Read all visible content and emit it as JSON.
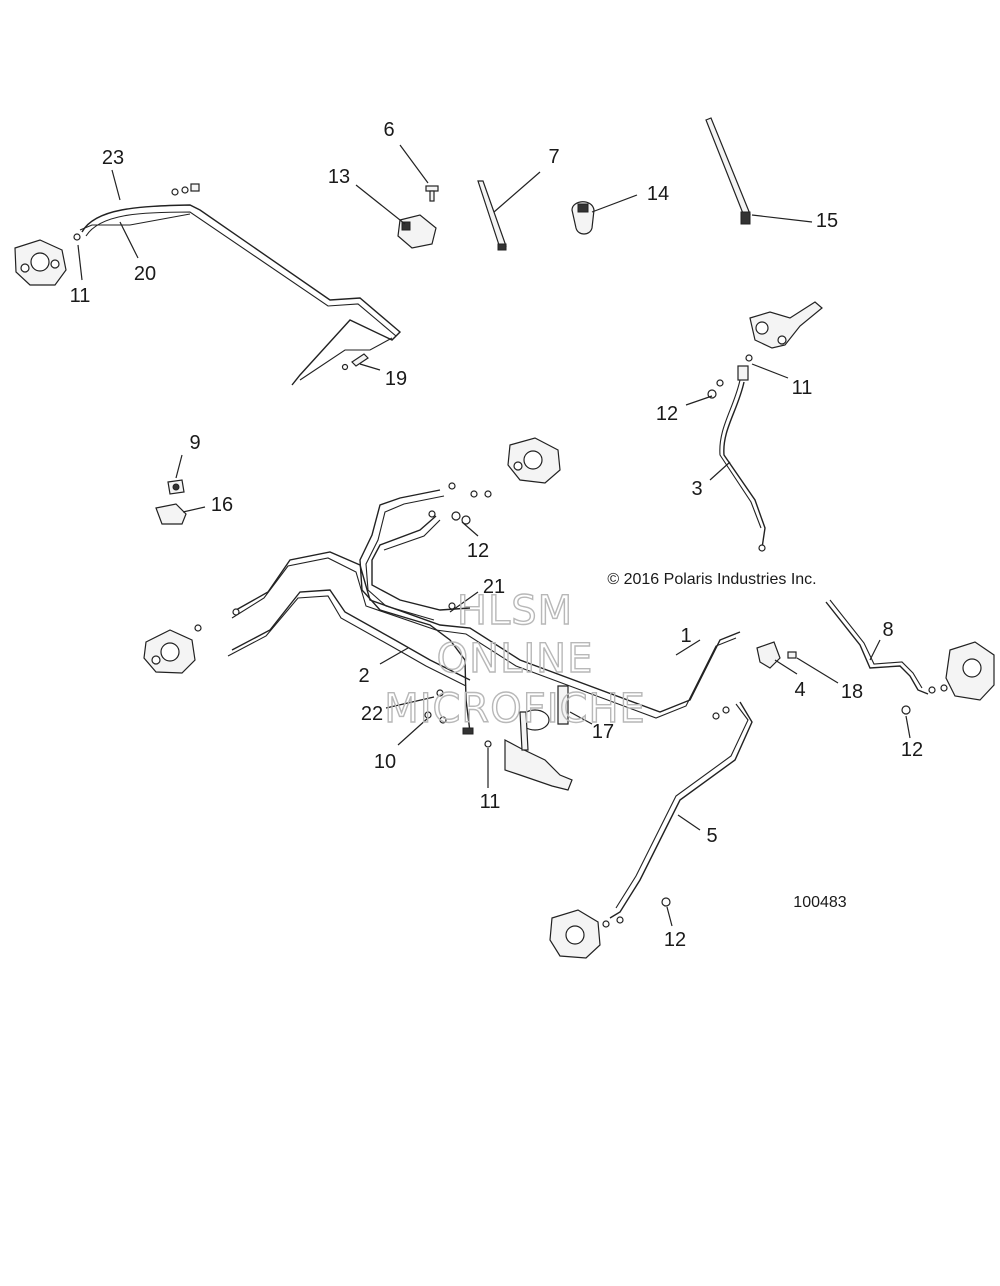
{
  "diagram": {
    "copyright": "© 2016 Polaris Industries Inc.",
    "figure_number": "100483",
    "watermark": [
      "HLSM",
      "ONLINE",
      "MICROFICHE"
    ],
    "callouts": [
      "1",
      "2",
      "3",
      "4",
      "5",
      "6",
      "7",
      "8",
      "9",
      "10",
      "11",
      "11",
      "11",
      "12",
      "12",
      "12",
      "12",
      "13",
      "14",
      "15",
      "16",
      "17",
      "18",
      "19",
      "20",
      "21",
      "22",
      "23"
    ],
    "line_color": "#222222",
    "watermark_color": "#b8b8b8"
  }
}
